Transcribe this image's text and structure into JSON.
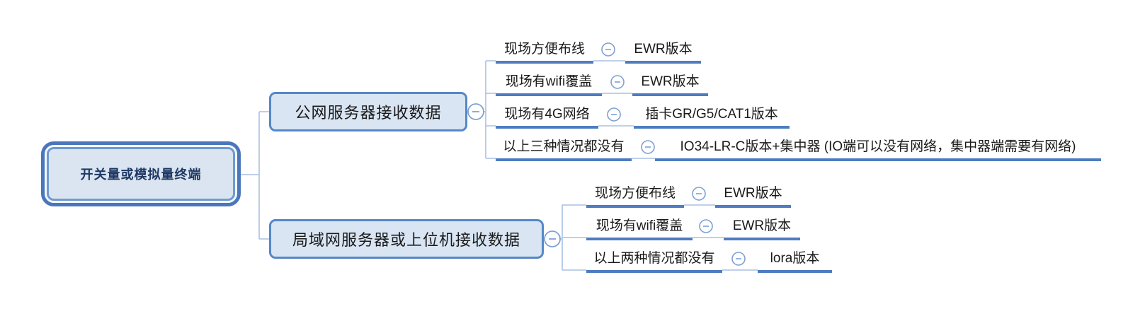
{
  "diagram": {
    "type": "mindmap",
    "root": {
      "label": "开关量或模拟量终端"
    },
    "branches": [
      {
        "label": "公网服务器接收数据",
        "children": [
          {
            "condition": "现场方便布线",
            "solution": "EWR版本"
          },
          {
            "condition": "现场有wifi覆盖",
            "solution": "EWR版本"
          },
          {
            "condition": "现场有4G网络",
            "solution": "插卡GR/G5/CAT1版本"
          },
          {
            "condition": "以上三种情况都没有",
            "solution": "IO34-LR-C版本+集中器 (IO端可以没有网络，集中器端需要有网络)"
          }
        ]
      },
      {
        "label": "局域网服务器或上位机接收数据",
        "children": [
          {
            "condition": "现场方便布线",
            "solution": "EWR版本"
          },
          {
            "condition": "现场有wifi覆盖",
            "solution": "EWR版本"
          },
          {
            "condition": "以上两种情况都没有",
            "solution": "lora版本"
          }
        ]
      }
    ],
    "icons": {
      "collapse": "minus-circle-icon"
    },
    "colors": {
      "node_fill": "#d9e5f3",
      "node_border": "#5588c8",
      "root_outer_border": "#4a76bb",
      "root_inner_border": "#6f9ad3",
      "root_text": "#1f3864",
      "underline_bar": "#4e7cc1",
      "connector_line": "#a9c1e3",
      "collapse_ring": "#7fa1d3",
      "background": "#ffffff"
    }
  }
}
